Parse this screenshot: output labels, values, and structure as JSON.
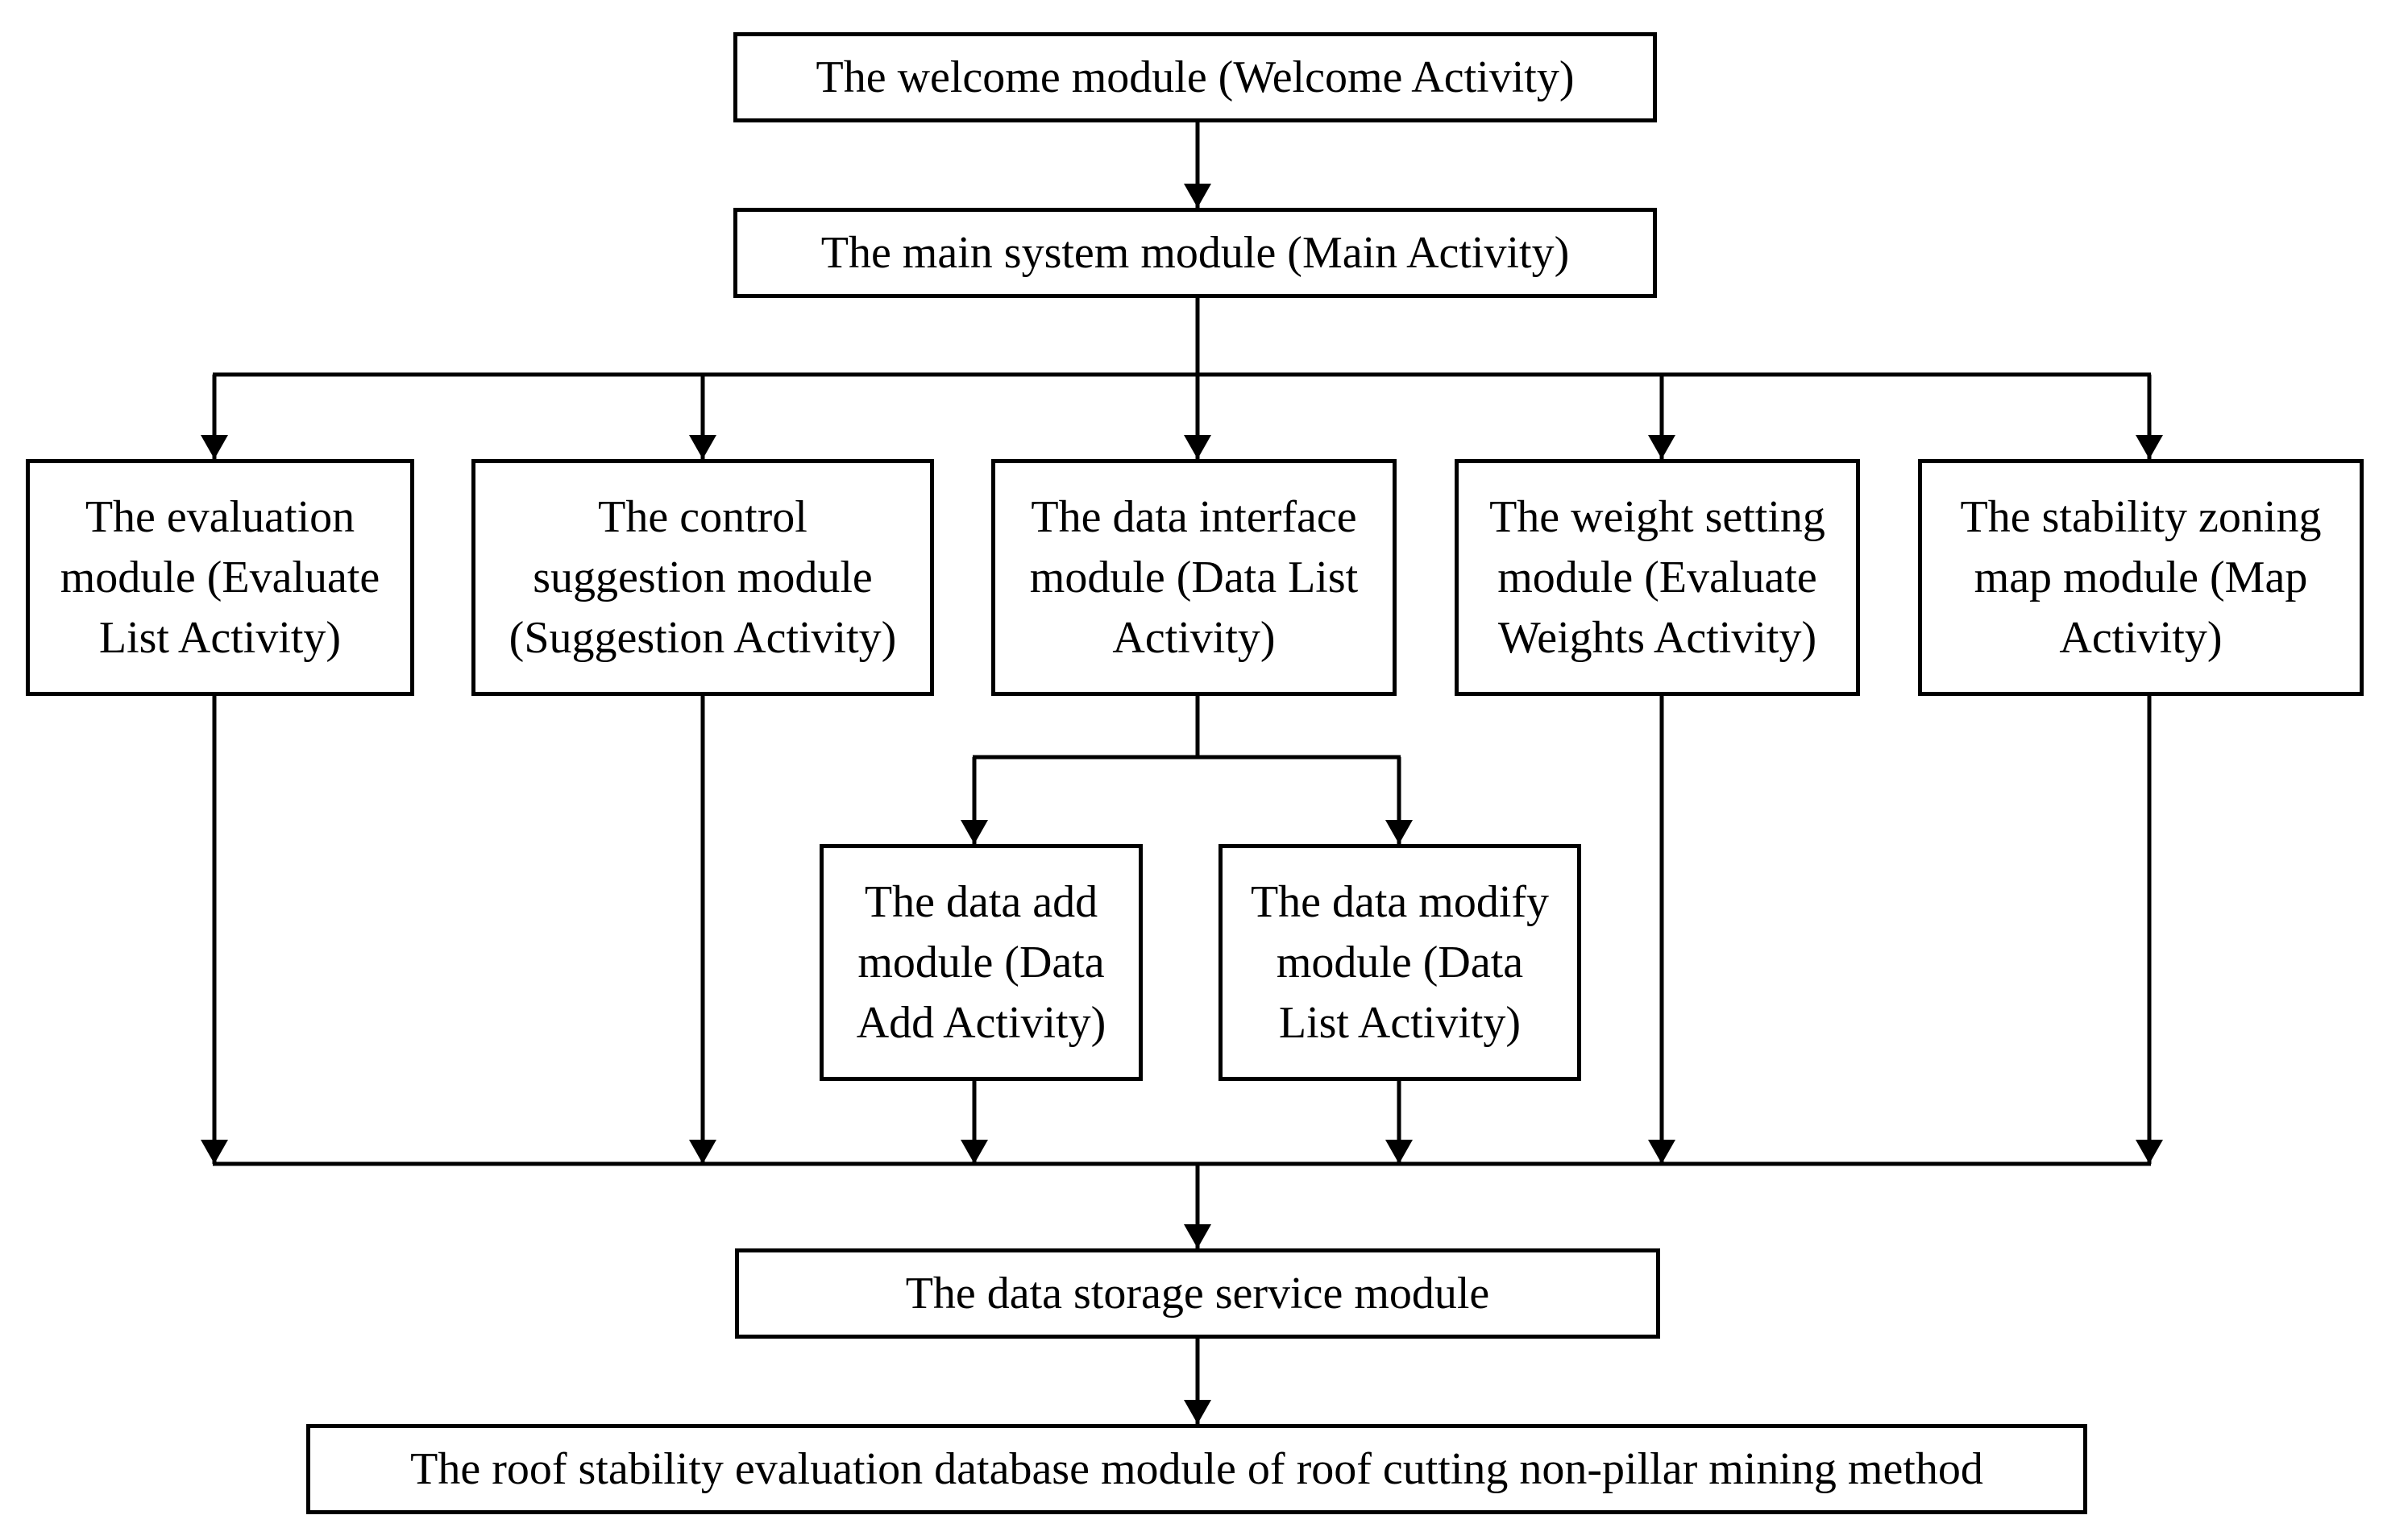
{
  "diagram": {
    "nodes": {
      "welcome": "The welcome module (Welcome Activity)",
      "main": "The main system module (Main Activity)",
      "evaluation": [
        "The evaluation",
        "module (Evaluate",
        "List Activity)"
      ],
      "suggestion": [
        "The control",
        "suggestion module",
        "(Suggestion Activity)"
      ],
      "data_interface": [
        "The data interface",
        "module (Data List",
        "Activity)"
      ],
      "weight": [
        "The weight setting",
        "module (Evaluate",
        "Weights Activity)"
      ],
      "map": [
        "The stability zoning",
        "map module (Map",
        "Activity)"
      ],
      "data_add": [
        "The data add",
        "module (Data",
        "Add Activity)"
      ],
      "data_modify": [
        "The data modify",
        "module (Data",
        "List Activity)"
      ],
      "storage": "The data storage service module",
      "database": "The roof stability evaluation database module of roof cutting non-pillar mining method"
    },
    "edges": [
      [
        "welcome",
        "main"
      ],
      [
        "main",
        "evaluation"
      ],
      [
        "main",
        "suggestion"
      ],
      [
        "main",
        "data_interface"
      ],
      [
        "main",
        "weight"
      ],
      [
        "main",
        "map"
      ],
      [
        "data_interface",
        "data_add"
      ],
      [
        "data_interface",
        "data_modify"
      ],
      [
        "evaluation",
        "storage"
      ],
      [
        "suggestion",
        "storage"
      ],
      [
        "data_add",
        "storage"
      ],
      [
        "data_modify",
        "storage"
      ],
      [
        "weight",
        "storage"
      ],
      [
        "map",
        "storage"
      ],
      [
        "storage",
        "database"
      ]
    ],
    "colors": {
      "stroke": "#000000",
      "background": "#ffffff",
      "text": "#000000"
    }
  }
}
